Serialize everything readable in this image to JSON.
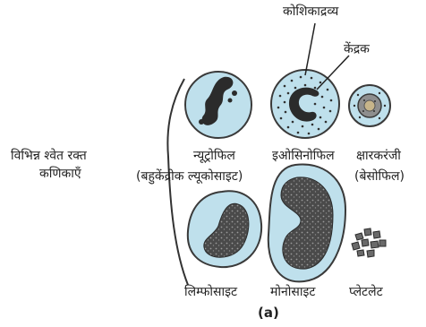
{
  "labels": {
    "group": [
      "विभिन्न श्वेत रक्त",
      "कणिकाएँ"
    ],
    "cytoplasm": "कोशिकाद्रव्य",
    "nucleus": "केंद्रक",
    "neutrophil": "न्यूट्रोफिल",
    "eosinophil": "इओसिनोफिल",
    "basophil_hindi": "क्षारकरंजी",
    "granulocyte_note": "(बहुकेंद्रीक ल्यूकोसाइट)",
    "basophil": "(बेसोफिल)",
    "lymphocyte": "लिम्फोसाइट",
    "monocyte": "मोनोसाइट",
    "platelet": "प्लेटलेट",
    "caption": "(a)"
  },
  "colors": {
    "cell_fill": "#bfe0ec",
    "cell_outline": "#3a3a3a",
    "nucleus_dark": "#2b2b2b",
    "nucleus_gray": "#5a5a5a",
    "granule": "#303030"
  }
}
